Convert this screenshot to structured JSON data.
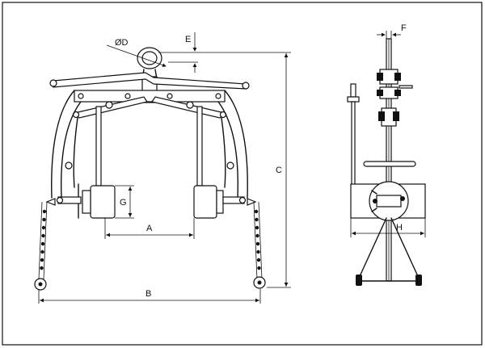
{
  "dimensions": {
    "A": "A",
    "B": "B",
    "C": "C",
    "D": "ØD",
    "E": "E",
    "F": "F",
    "G": "G",
    "H": "H"
  },
  "colors": {
    "stroke": "#111111",
    "background": "#ffffff"
  }
}
